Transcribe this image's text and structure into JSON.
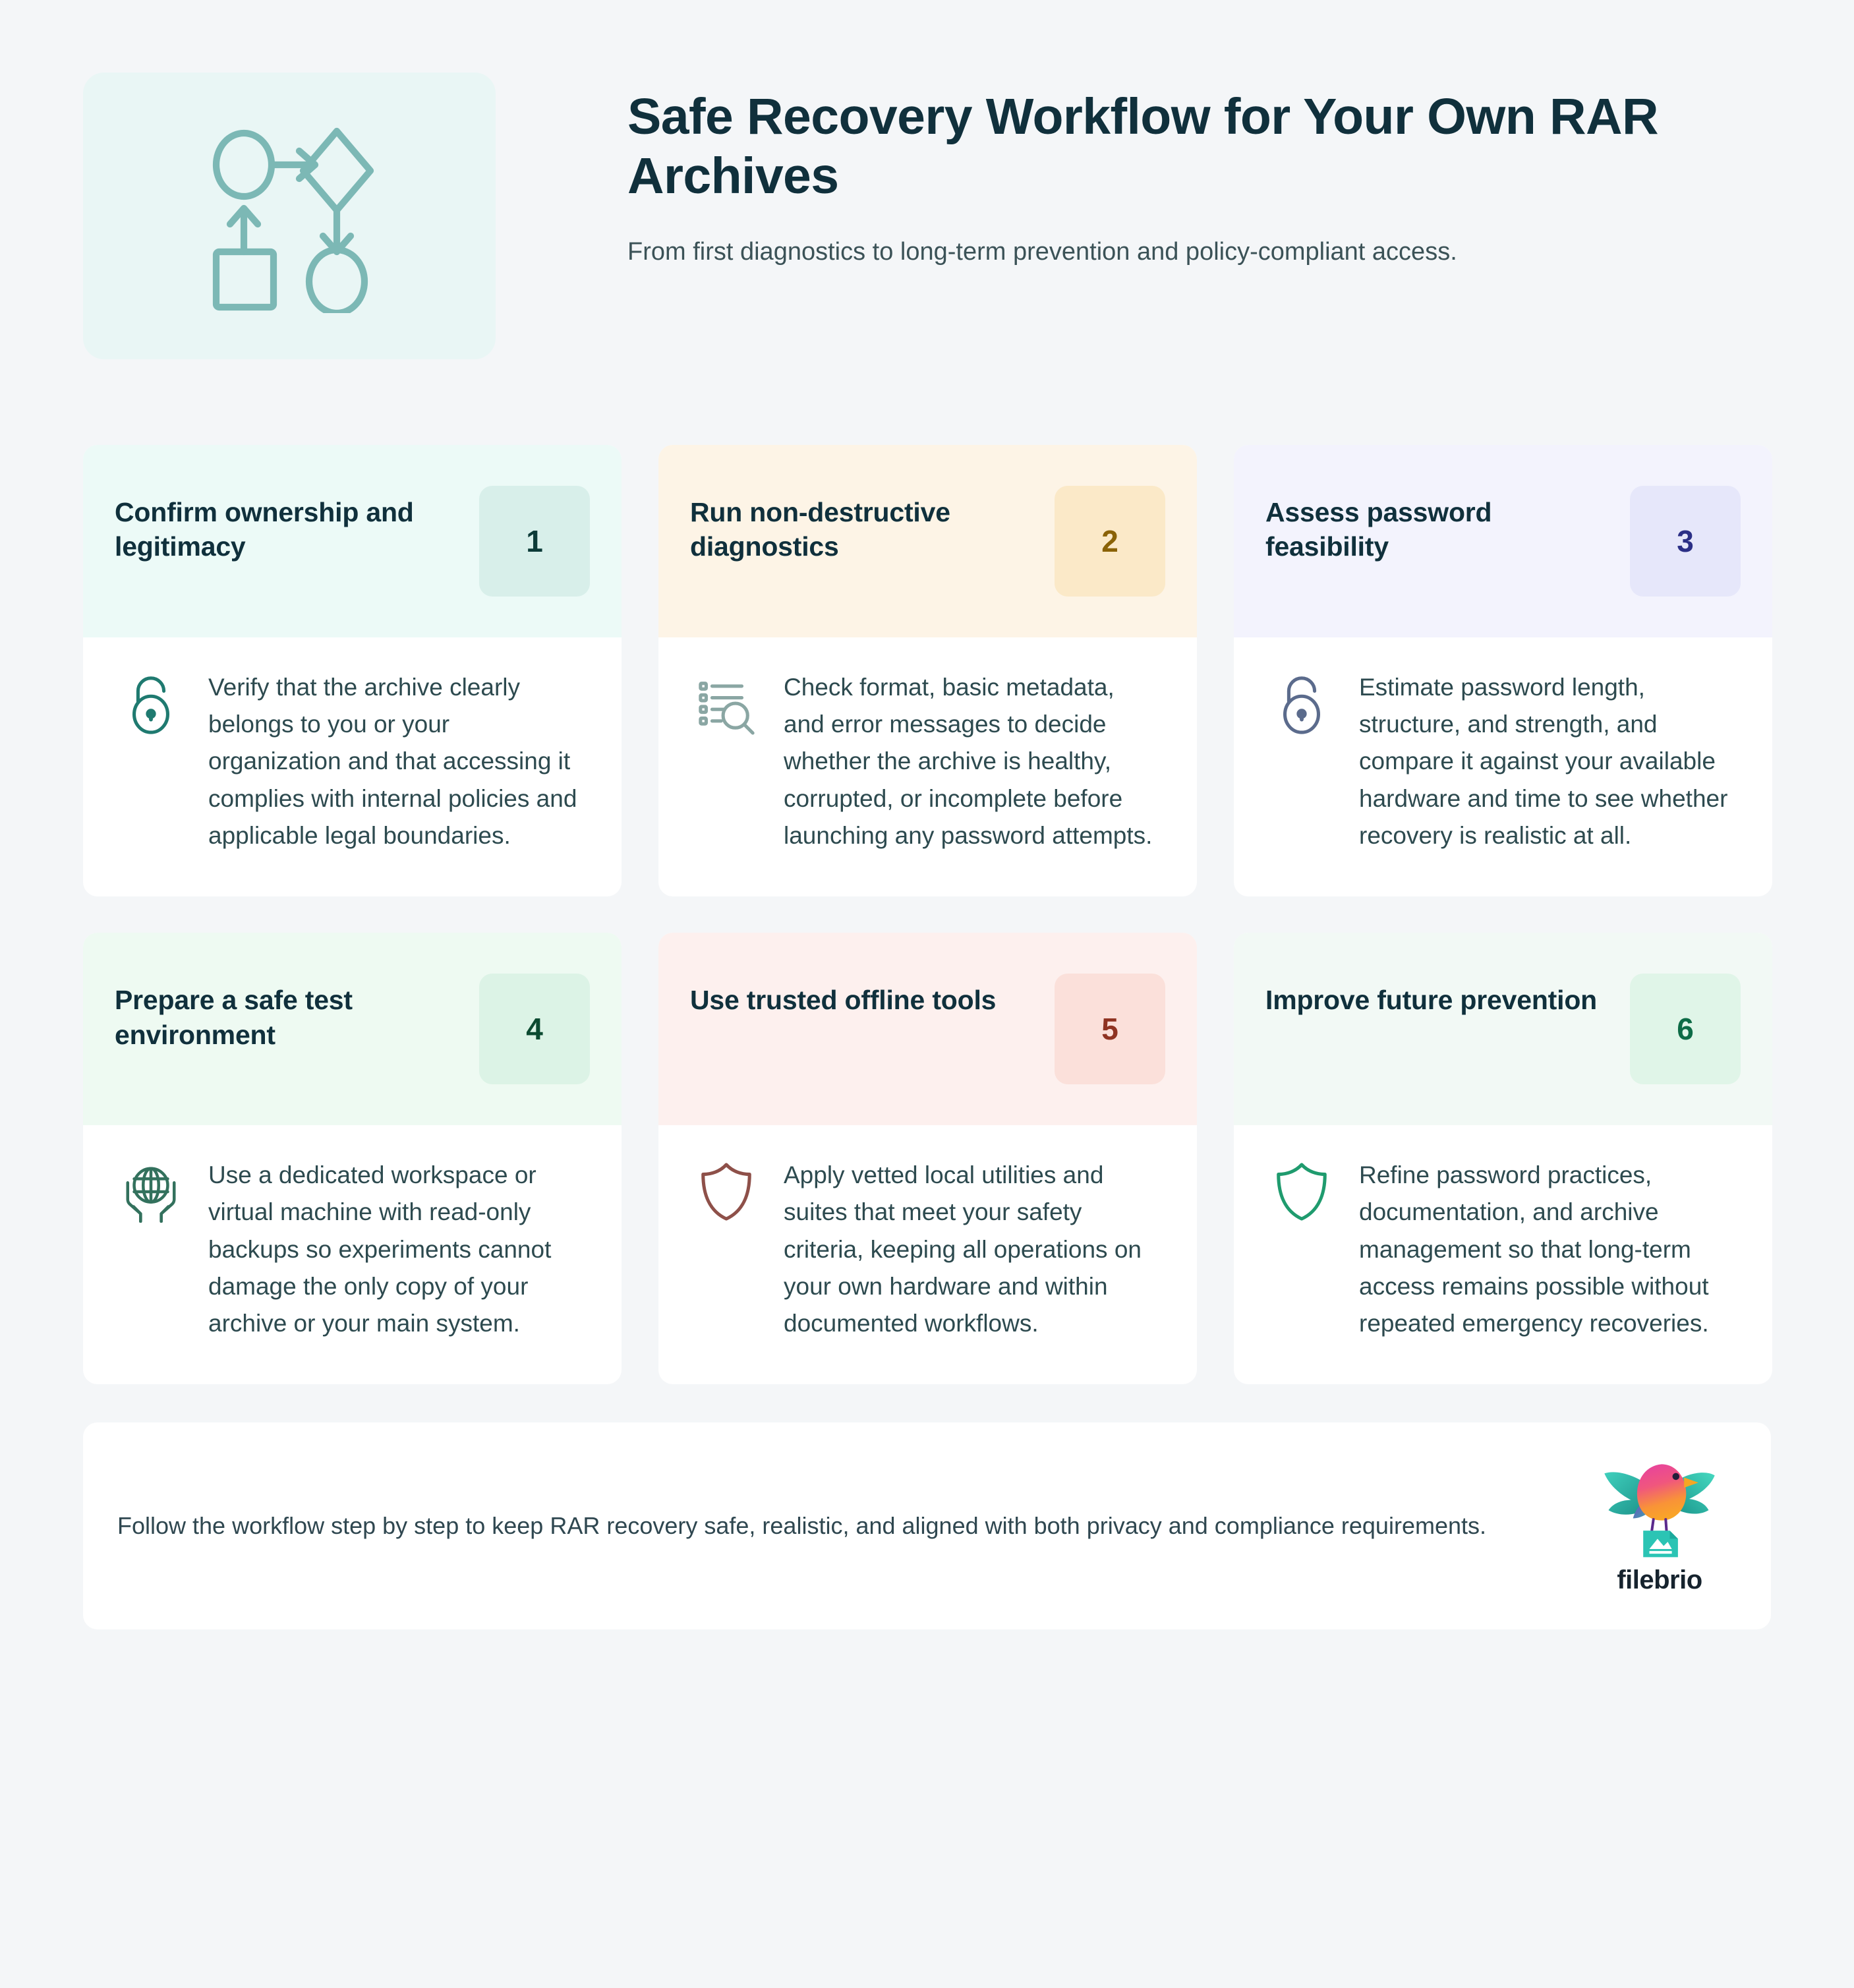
{
  "header": {
    "title": "Safe Recovery Workflow for Your Own RAR Archives",
    "subtitle": "From first diagnostics to long-term prevention and policy-compliant access.",
    "logo_icon": "workflow-diagram-icon",
    "logo_box_color": "#e9f6f5",
    "logo_stroke_color": "#7cb8b5"
  },
  "steps": [
    {
      "number": "1",
      "title": "Confirm ownership and legitimacy",
      "description": "Verify that the archive clearly belongs to you or your organization and that accessing it complies with internal policies and applicable legal boundaries.",
      "icon": "padlock-icon",
      "head_bg": "#ecfaf7",
      "badge_bg": "#d8efea",
      "badge_color": "#0c3b38",
      "icon_color": "#1f7a70"
    },
    {
      "number": "2",
      "title": "Run non-destructive diagnostics",
      "description": "Check format, basic metadata, and error messages to decide whether the archive is healthy, corrupted, or incomplete before launching any password attempts.",
      "icon": "diagnostics-list-search-icon",
      "head_bg": "#fdf4e6",
      "badge_bg": "#fbe9c8",
      "badge_color": "#8a6206",
      "icon_color": "#8aa6a3"
    },
    {
      "number": "3",
      "title": "Assess password feasibility",
      "description": "Estimate password length, structure, and strength, and compare it against your available hardware and time to see whether recovery is realistic at all.",
      "icon": "padlock-icon",
      "head_bg": "#f3f3fd",
      "badge_bg": "#e6e7fa",
      "badge_color": "#2b2f86",
      "icon_color": "#5b6b8c"
    },
    {
      "number": "4",
      "title": "Prepare a safe test environment",
      "description": "Use a dedicated workspace or virtual machine with read-only backups so experiments cannot damage the only copy of your archive or your main system.",
      "icon": "globe-in-hands-icon",
      "head_bg": "#eefaf2",
      "badge_bg": "#dcf3e6",
      "badge_color": "#0b4a31",
      "icon_color": "#33715d"
    },
    {
      "number": "5",
      "title": "Use trusted offline tools",
      "description": "Apply vetted local utilities and suites that meet your safety criteria, keeping all operations on your own hardware and within documented workflows.",
      "icon": "shield-icon",
      "head_bg": "#fdf0ee",
      "badge_bg": "#fbe0da",
      "badge_color": "#8f3322",
      "icon_color": "#8e5049"
    },
    {
      "number": "6",
      "title": "Improve future prevention",
      "description": "Refine password practices, documentation, and archive management so that long-term access remains possible without repeated emergency recoveries.",
      "icon": "shield-icon",
      "head_bg": "#f2f9f5",
      "badge_bg": "#e0f5e8",
      "badge_color": "#0d6b46",
      "icon_color": "#1f9b6e"
    }
  ],
  "footer": {
    "text": "Follow the workflow step by step to keep RAR recovery safe, realistic, and aligned with both privacy and compliance requirements.",
    "brand_name": "filebrio",
    "brand_icon": "filebrio-bird-logo"
  },
  "colors": {
    "page_bg": "#f4f6f8",
    "card_bg": "#ffffff",
    "heading": "#10303c",
    "body_text": "#2d4a4f"
  }
}
